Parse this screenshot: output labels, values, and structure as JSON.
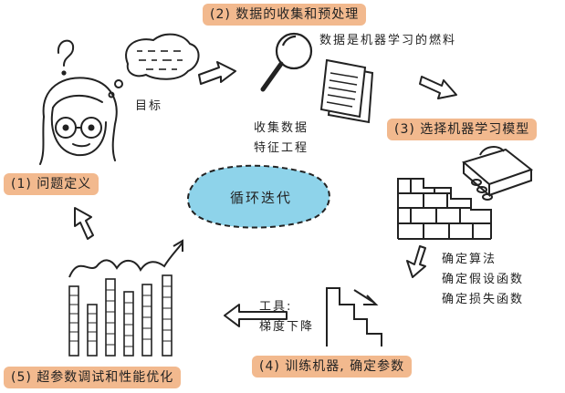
{
  "steps": {
    "step1": "(1) 问题定义",
    "step2": "(2) 数据的收集和预处理",
    "step3": "(3) 选择机器学习模型",
    "step4": "(4) 训练机器, 确定参数",
    "step5": "(5) 超参数调试和性能优化"
  },
  "notes": {
    "goal": "目标",
    "data_fuel": "数据是机器学习的燃料",
    "collect_line1": "收集数据",
    "collect_line2": "特征工程",
    "model_line1": "确定算法",
    "model_line2": "确定假设函数",
    "model_line3": "确定损失函数",
    "tool_line1": "工具:",
    "tool_line2": "梯度下降"
  },
  "center": {
    "label": "循环迭代",
    "color": "#8ed3ea"
  },
  "colors": {
    "step_label_bg": "#f2b98e",
    "ink": "#222222"
  }
}
